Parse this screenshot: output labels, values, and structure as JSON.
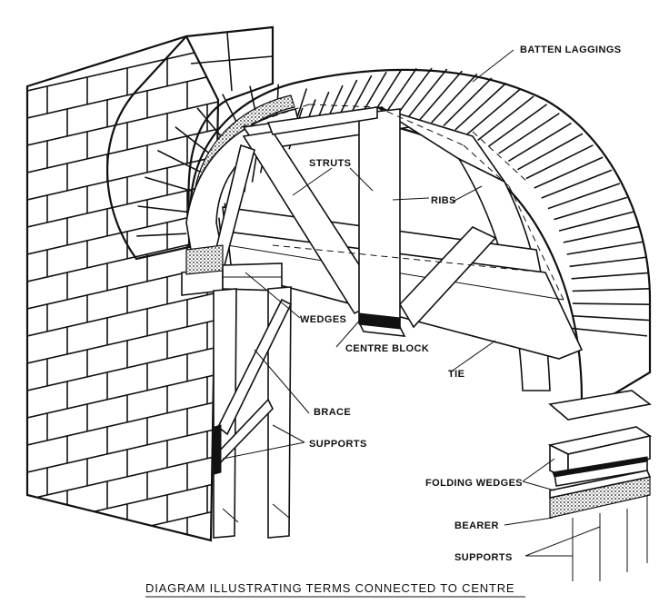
{
  "labels": {
    "batten_laggings": "BATTEN LAGGINGS",
    "struts": "STRUTS",
    "ribs": "RIBS",
    "wedges": "WEDGES",
    "centre_block": "CENTRE BLOCK",
    "tie": "TIE",
    "brace": "BRACE",
    "supports_left": "SUPPORTS",
    "folding_wedges": "FOLDING WEDGES",
    "bearer": "BEARER",
    "supports_right": "SUPPORTS"
  },
  "caption": "DIAGRAM ILLUSTRATING TERMS CONNECTED TO CENTRE",
  "colors": {
    "ink": "#111111",
    "paper": "#ffffff"
  }
}
